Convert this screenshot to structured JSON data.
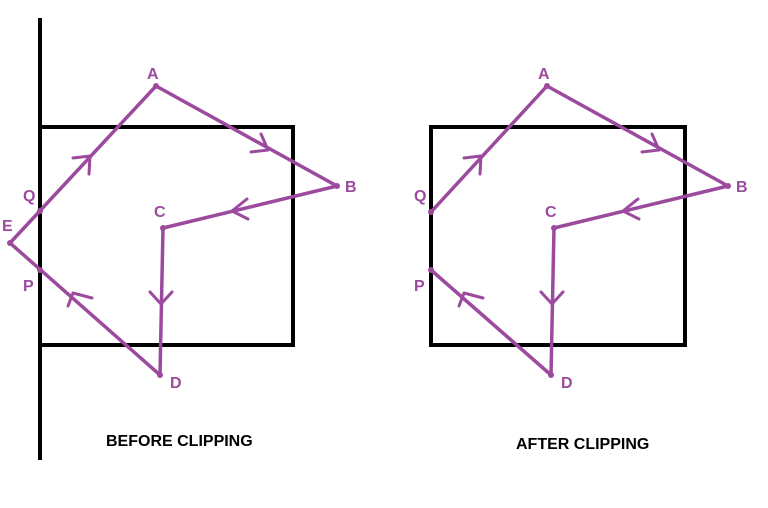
{
  "colors": {
    "polygon": "#9b4a9e",
    "frame": "#000000",
    "background": "#ffffff"
  },
  "before": {
    "caption": "BEFORE CLIPPING",
    "labels": {
      "A": "A",
      "B": "B",
      "C": "C",
      "D": "D",
      "E": "E",
      "P": "P",
      "Q": "Q"
    }
  },
  "after": {
    "caption": "AFTER CLIPPING",
    "labels": {
      "A": "A",
      "B": "B",
      "C": "C",
      "D": "D",
      "P": "P",
      "Q": "Q"
    }
  }
}
